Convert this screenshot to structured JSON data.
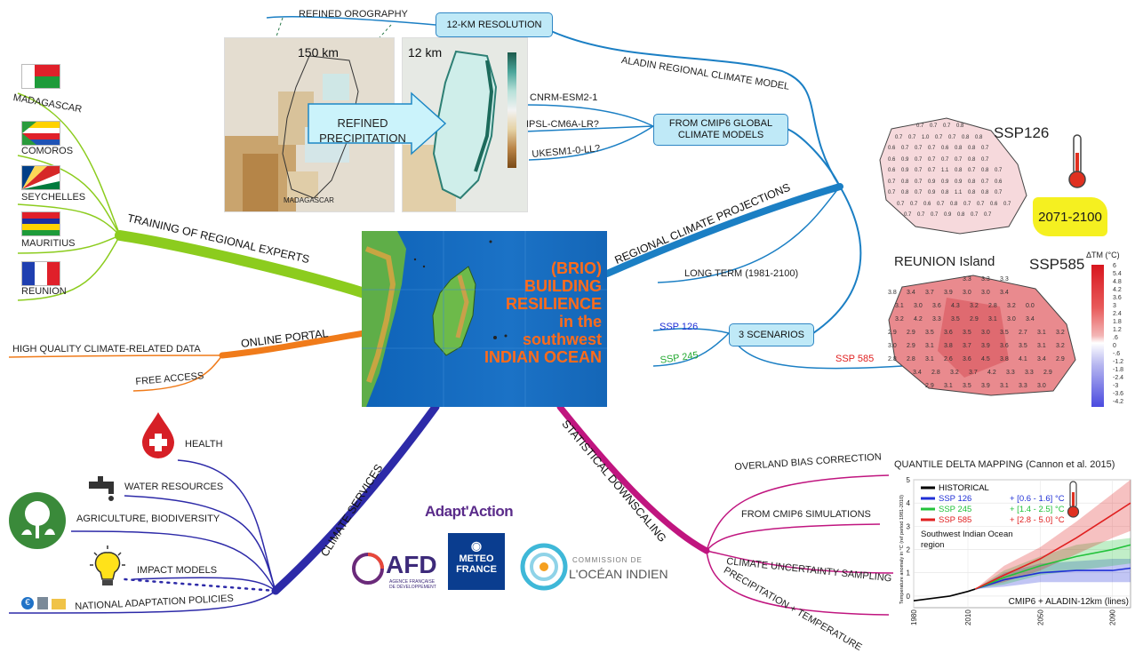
{
  "center": {
    "lines": [
      "(BRIO)",
      "BUILDING",
      "RESILIENCE",
      "in the",
      "southwest",
      "INDIAN OCEAN"
    ]
  },
  "top": {
    "res_box": "12-KM RESOLUTION",
    "refined_orography": "REFINED OROGRAPHY",
    "aladin": "ALADIN REGIONAL CLIMATE MODEL",
    "km150": "150 km",
    "km12": "12 km",
    "refined_precip_1": "REFINED",
    "refined_precip_2": "PRECIPITATION",
    "madagascar_map": "MADAGASCAR"
  },
  "cmip": {
    "box_1": "FROM CMIP6 GLOBAL",
    "box_2": "CLIMATE MODELS",
    "models": [
      "CNRM-ESM2-1",
      "IPSL-CM6A-LR?",
      "UKESM1-0-LL?"
    ]
  },
  "projections": {
    "branch": "REGIONAL CLIMATE PROJECTIONS",
    "long_term": "LONG TERM (1981-2100)",
    "scen_box": "3 SCENARIOS",
    "ssp126": "SSP 126",
    "ssp245": "SSP 245",
    "ssp585": "SSP 585"
  },
  "reunion": {
    "ssp126_title": "SSP126",
    "period": "2071-2100",
    "island": "REUNION Island",
    "ssp585_title": "SSP585",
    "scale_title": "ΔTM (°C)",
    "scale": [
      "6",
      "5.4",
      "4.8",
      "4.2",
      "3.6",
      "3",
      "2.4",
      "1.8",
      "1.2",
      ".6",
      "0",
      "-.6",
      "-1.2",
      "-1.8",
      "-2.4",
      "-3",
      "-3.6",
      "-4.2"
    ],
    "ssp126_values": [
      [
        "0.7",
        "0.7",
        "0.7",
        "0.8"
      ],
      [
        "0.7",
        "0.7",
        "1.0",
        "0.7",
        "0.7",
        "0.8",
        "0.8"
      ],
      [
        "0.6",
        "0.7",
        "0.7",
        "0.7",
        "0.6",
        "0.8",
        "0.8",
        "0.7"
      ],
      [
        "0.6",
        "0.9",
        "0.7",
        "0.7",
        "0.7",
        "0.7",
        "0.8",
        "0.7"
      ],
      [
        "0.6",
        "0.9",
        "0.7",
        "0.7",
        "1.1",
        "0.8",
        "0.7",
        "0.8",
        "0.7"
      ],
      [
        "0.7",
        "0.8",
        "0.7",
        "0.9",
        "0.9",
        "0.9",
        "0.8",
        "0.7",
        "0.6"
      ],
      [
        "0.7",
        "0.8",
        "0.7",
        "0.9",
        "0.8",
        "1.1",
        "0.8",
        "0.8",
        "0.7"
      ],
      [
        "0.7",
        "0.7",
        "0.6",
        "0.7",
        "0.8",
        "0.7",
        "0.7",
        "0.6",
        "0.7"
      ],
      [
        "0.7",
        "0.7",
        "0.7",
        "0.9",
        "0.8",
        "0.7",
        "0.7"
      ]
    ],
    "ssp585_values": [
      [
        "3.3",
        "3.3",
        "3.3"
      ],
      [
        "3.8",
        "3.4",
        "3.7",
        "3.9",
        "3.0",
        "3.0",
        "3.4"
      ],
      [
        "3.1",
        "3.0",
        "3.6",
        "4.3",
        "3.2",
        "2.8",
        "3.2",
        "0.0"
      ],
      [
        "3.2",
        "4.2",
        "3.3",
        "3.5",
        "2.9",
        "3.1",
        "3.0",
        "3.4"
      ],
      [
        "2.9",
        "2.9",
        "3.5",
        "3.6",
        "3.5",
        "3.0",
        "3.5",
        "2.7",
        "3.1",
        "3.2"
      ],
      [
        "3.0",
        "2.9",
        "3.1",
        "3.8",
        "3.7",
        "3.9",
        "3.6",
        "3.5",
        "3.1",
        "3.2"
      ],
      [
        "2.8",
        "2.8",
        "3.1",
        "2.6",
        "3.6",
        "4.5",
        "3.8",
        "4.1",
        "3.4",
        "2.9"
      ],
      [
        "3.4",
        "2.8",
        "3.2",
        "3.7",
        "4.2",
        "3.3",
        "3.3",
        "2.9"
      ],
      [
        "2.9",
        "3.1",
        "3.5",
        "3.9",
        "3.1",
        "3.3",
        "3.0"
      ]
    ]
  },
  "training": {
    "branch": "TRAINING OF REGIONAL EXPERTS",
    "countries": [
      "MADAGASCAR",
      "COMOROS",
      "SEYCHELLES",
      "MAURITIUS",
      "REUNION"
    ]
  },
  "portal": {
    "branch": "ONLINE PORTAL",
    "items": [
      "HIGH QUALITY CLIMATE-RELATED DATA",
      "FREE ACCESS"
    ]
  },
  "services": {
    "branch": "CLIMATE SERVICES",
    "items": [
      "HEALTH",
      "WATER RESOURCES",
      "AGRICULTURE, BIODIVERSITY",
      "IMPACT MODELS",
      "NATIONAL ADAPTATION POLICIES"
    ]
  },
  "downscaling": {
    "branch": "STATISTICAL DOWNSCALING",
    "items": [
      "OVERLAND BIAS CORRECTION",
      "FROM CMIP6 SIMULATIONS",
      "CLIMATE UNCERTAINTY SAMPLING",
      "PRECIPITATION + TEMPERATURE"
    ],
    "qdm": "QUANTILE DELTA MAPPING (Cannon et al. 2015)"
  },
  "logos": {
    "adaptaction": "Adapt'Action",
    "afd": "AFD",
    "afd_sub_1": "AGENCE FRANÇAISE",
    "afd_sub_2": "DE DÉVELOPPEMENT",
    "meteo_1": "METEO",
    "meteo_2": "FRANCE",
    "coi_1": "COMMISSION DE",
    "coi_2": "L'OCÉAN INDIEN"
  },
  "chart_data": {
    "type": "line",
    "title": "",
    "ylabel": "Temperature anomaly in °C (ref period 1981-2010)",
    "xlabel": "",
    "ylim": [
      -0.5,
      5
    ],
    "xlim": [
      1980,
      2100
    ],
    "x_ticks": [
      "1980",
      "2010",
      "2050",
      "2090"
    ],
    "y_ticks": [
      "0",
      "1",
      "2",
      "3",
      "4",
      "5"
    ],
    "region_text_1": "Southwest Indian Ocean",
    "region_text_2": "region",
    "footer": "CMIP6 + ALADIN-12km (lines)",
    "series": [
      {
        "name": "HISTORICAL",
        "legend_value": "",
        "color": "#000000",
        "x": [
          1980,
          1990,
          2000,
          2010,
          2014
        ],
        "y": [
          -0.2,
          -0.1,
          0.0,
          0.2,
          0.3
        ]
      },
      {
        "name": "SSP 126",
        "legend_value": "+ [0.6 - 1.6] °C",
        "color": "#1f2fd6",
        "x": [
          2014,
          2030,
          2050,
          2070,
          2090,
          2100
        ],
        "y": [
          0.3,
          0.7,
          1.0,
          1.1,
          1.1,
          1.2
        ],
        "band_low": [
          0.3,
          0.4,
          0.6,
          0.6,
          0.6,
          0.6
        ],
        "band_high": [
          0.3,
          1.0,
          1.4,
          1.5,
          1.6,
          1.6
        ]
      },
      {
        "name": "SSP 245",
        "legend_value": "+ [1.4 - 2.5] °C",
        "color": "#22c23a",
        "x": [
          2014,
          2030,
          2050,
          2070,
          2090,
          2100
        ],
        "y": [
          0.3,
          0.8,
          1.3,
          1.7,
          2.0,
          2.2
        ],
        "band_low": [
          0.3,
          0.5,
          0.9,
          1.1,
          1.3,
          1.4
        ],
        "band_high": [
          0.3,
          1.1,
          1.7,
          2.2,
          2.4,
          2.5
        ]
      },
      {
        "name": "SSP 585",
        "legend_value": "+ [2.8 - 5.0] °C",
        "color": "#e02020",
        "x": [
          2014,
          2030,
          2050,
          2070,
          2090,
          2100
        ],
        "y": [
          0.3,
          0.9,
          1.6,
          2.5,
          3.5,
          4.0
        ],
        "band_low": [
          0.3,
          0.6,
          1.1,
          1.8,
          2.5,
          2.8
        ],
        "band_high": [
          0.3,
          1.3,
          2.1,
          3.2,
          4.4,
          5.0
        ]
      }
    ]
  },
  "colors": {
    "training": "#8ccc1e",
    "portal": "#f07b1a",
    "services": "#2d2aa8",
    "downscaling": "#c0157f",
    "projections": "#1b7fc4",
    "center_text": "#ff6b1a"
  }
}
